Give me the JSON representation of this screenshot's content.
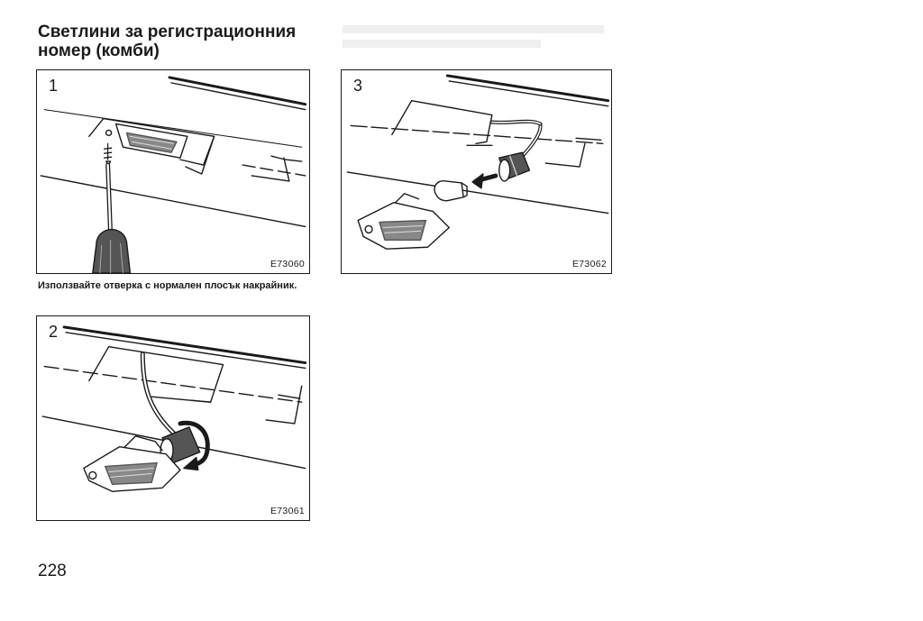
{
  "heading": {
    "line1": "Светлини за регистрационния",
    "line2": "номер (комби)"
  },
  "figures": [
    {
      "number": "1",
      "code": "E73060"
    },
    {
      "number": "2",
      "code": "E73061"
    },
    {
      "number": "3",
      "code": "E73062"
    }
  ],
  "caption": "Използвайте отверка с нормален плосък накрайник.",
  "page_number": "228",
  "icons": [
    "screwdriver-icon",
    "arrow-icon",
    "rotation-arrow-icon",
    "bulb-icon",
    "lamp-housing-icon"
  ]
}
